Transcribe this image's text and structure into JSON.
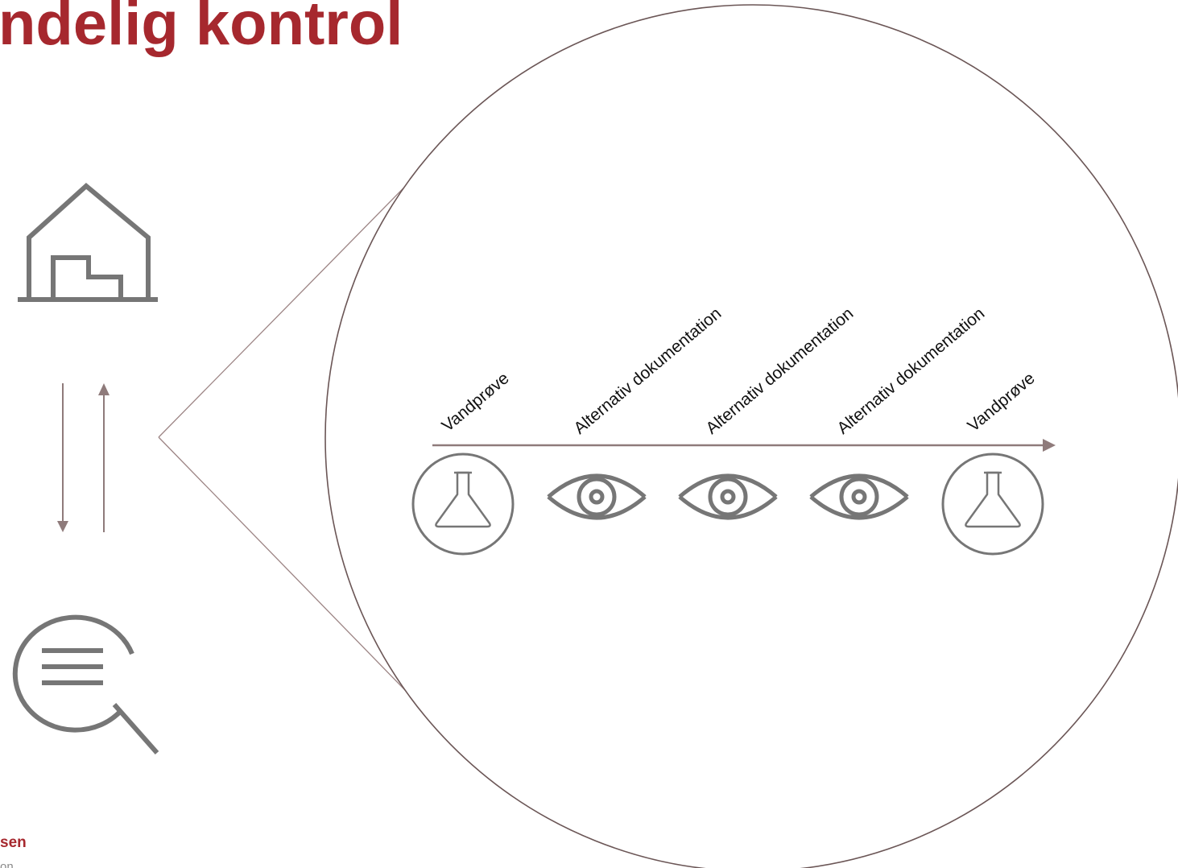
{
  "title": "ndelig kontrol",
  "footer": {
    "bold_text": "sen",
    "sub_text": "on"
  },
  "timeline": {
    "steps": [
      {
        "label": "Vandprøve",
        "icon": "flask-icon"
      },
      {
        "label": "Alternativ dokumentation",
        "icon": "eye-icon"
      },
      {
        "label": "Alternativ dokumentation",
        "icon": "eye-icon"
      },
      {
        "label": "Alternativ dokumentation",
        "icon": "eye-icon"
      },
      {
        "label": "Vandprøve",
        "icon": "flask-icon"
      }
    ]
  },
  "left_icons": [
    "house-icon",
    "arrow-down-icon",
    "arrow-up-icon",
    "magnifier-document-icon"
  ],
  "colors": {
    "accent_red": "#a6282e",
    "icon_gray": "#767676",
    "arrow_brown": "#8f7b7b",
    "circle_outline": "#6b5656"
  }
}
